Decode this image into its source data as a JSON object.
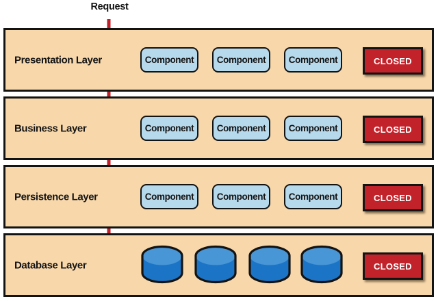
{
  "request_label": "Request",
  "colors": {
    "layer_bg": "#f8d8ab",
    "layer_border": "#131313",
    "component_bg": "#b7d9ec",
    "closed_bg": "#c2232b",
    "closed_text": "#ffffff",
    "arrow_red": "#c1202a",
    "cylinder_top": "#4896d6",
    "cylinder_body": "#1b74c5",
    "label_text": "#141414"
  },
  "layers": [
    {
      "label": "Presentation Layer",
      "components": [
        "Component",
        "Component",
        "Component"
      ],
      "closed_label": "CLOSED"
    },
    {
      "label": "Business Layer",
      "components": [
        "Component",
        "Component",
        "Component"
      ],
      "closed_label": "CLOSED"
    },
    {
      "label": "Persistence Layer",
      "components": [
        "Component",
        "Component",
        "Component"
      ],
      "closed_label": "CLOSED"
    },
    {
      "label": "Database Layer",
      "database_count": 4,
      "closed_label": "CLOSED"
    }
  ]
}
